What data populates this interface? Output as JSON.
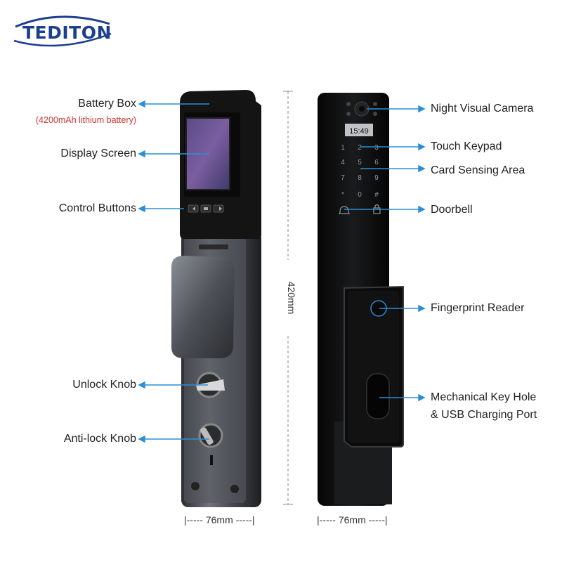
{
  "brand": {
    "logo_text": "TEDITON",
    "accent": "#1d3f8f"
  },
  "left_panel": {
    "labels": {
      "battery_box": "Battery Box",
      "battery_note": "(4200mAh lithium battery)",
      "display_screen": "Display Screen",
      "control_buttons": "Control Buttons",
      "unlock_knob": "Unlock Knob",
      "anti_lock_knob": "Anti-lock Knob"
    }
  },
  "right_panel": {
    "screen_time": "15:49",
    "keypad": [
      "1",
      "2",
      "3",
      "4",
      "5",
      "6",
      "7",
      "8",
      "9",
      "*",
      "0",
      "#"
    ],
    "labels": {
      "night_camera": "Night Visual Camera",
      "touch_keypad": "Touch Keypad",
      "card_sensing": "Card Sensing Area",
      "doorbell": "Doorbell",
      "fingerprint": "Fingerprint Reader",
      "key_hole_1": "Mechanical Key Hole",
      "key_hole_2": "& USB Charging Port"
    }
  },
  "dimensions": {
    "height": "420mm",
    "width_left": "|----- 76mm -----|",
    "width_right": "|----- 76mm -----|"
  },
  "colors": {
    "arrow": "#2c8ed6",
    "note_red": "#d0342c",
    "body": "#111111"
  }
}
